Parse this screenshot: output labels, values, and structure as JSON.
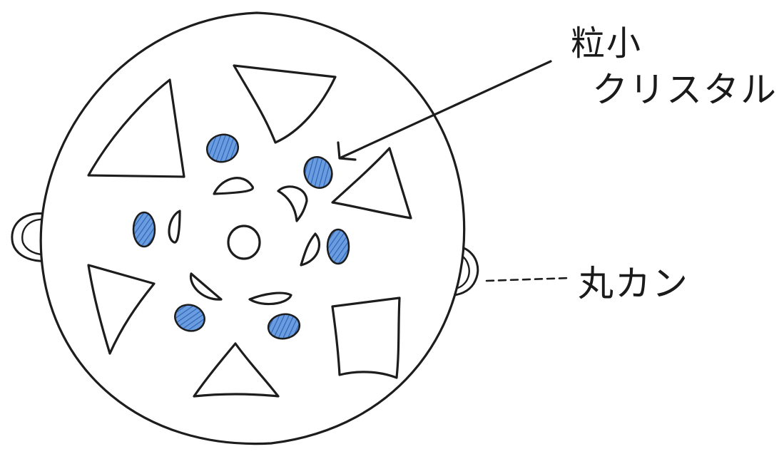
{
  "labels": {
    "crystal": [
      "粒小",
      "クリスタル"
    ],
    "jump_ring": "丸カン"
  },
  "colors": {
    "ink": "#1d1d1d",
    "crystal_fill": "#5b8fd6",
    "background": "#ffffff"
  }
}
